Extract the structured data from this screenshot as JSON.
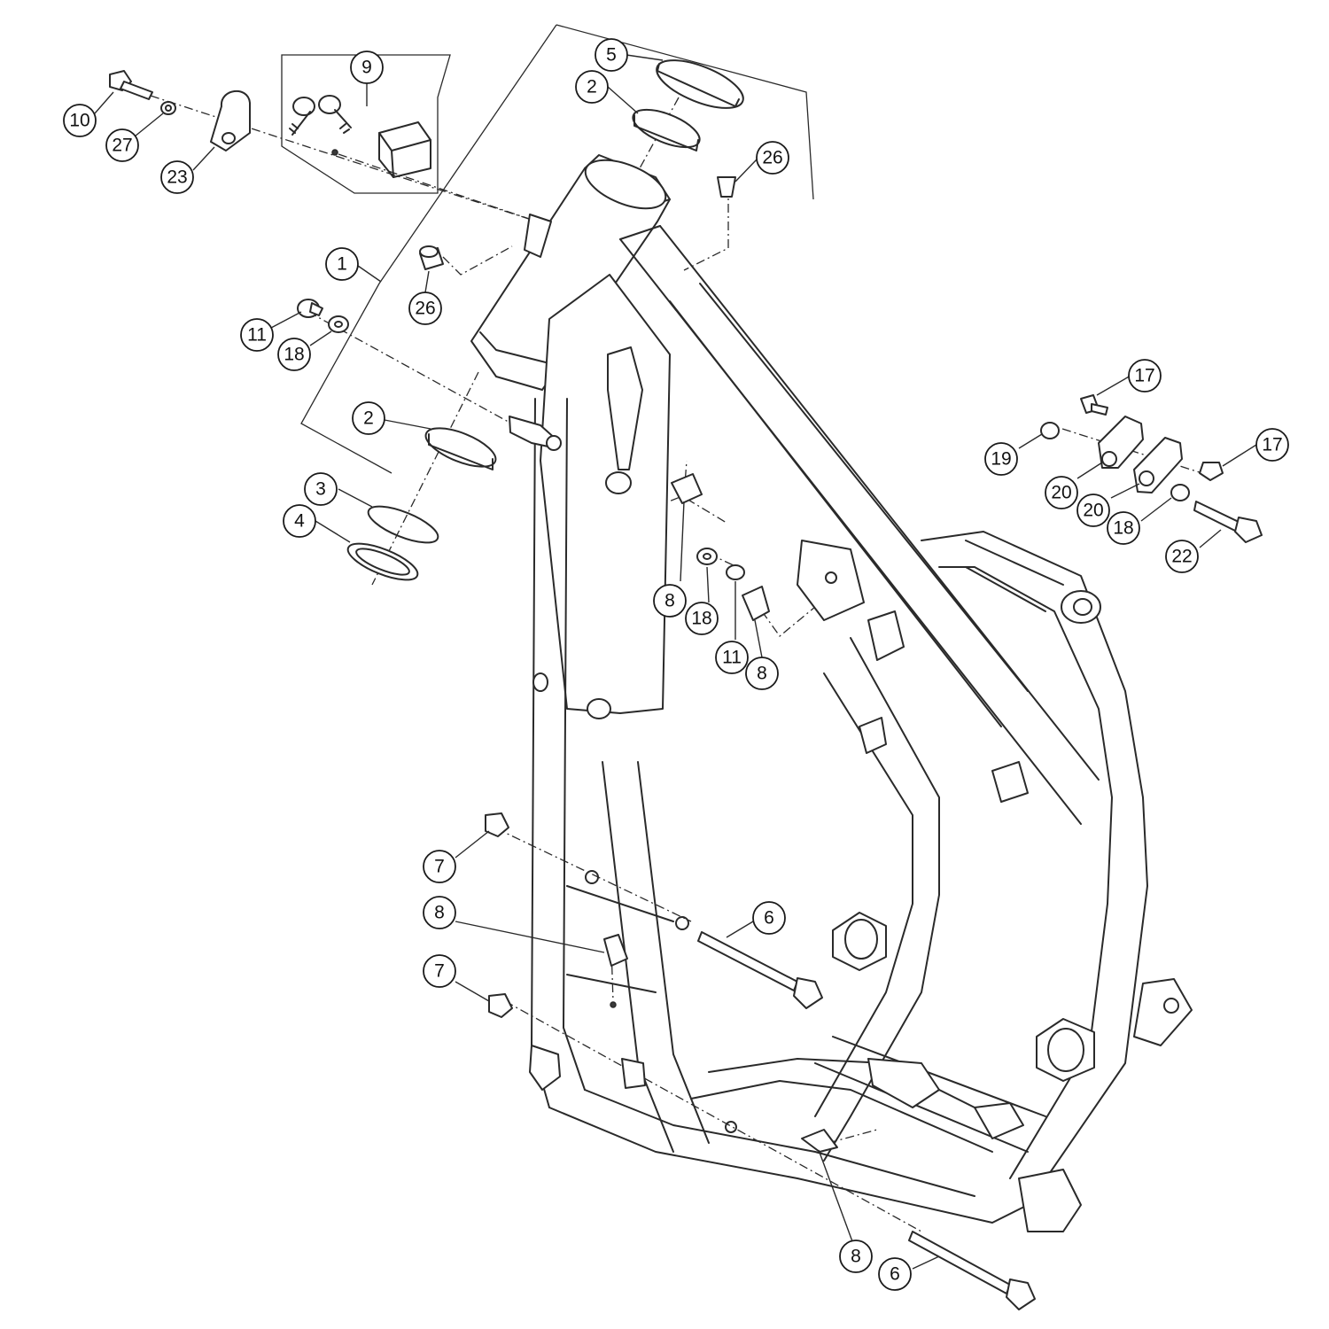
{
  "callouts": [
    "1",
    "2",
    "2",
    "3",
    "4",
    "5",
    "6",
    "6",
    "7",
    "7",
    "8",
    "8",
    "8",
    "8",
    "9",
    "10",
    "11",
    "11",
    "17",
    "17",
    "18",
    "18",
    "18",
    "19",
    "20",
    "20",
    "22",
    "23",
    "26",
    "26",
    "27"
  ],
  "icons": [
    "motorcycle-frame",
    "steering-bearing",
    "ignition-key",
    "bolt",
    "nut",
    "washer",
    "clamp"
  ]
}
